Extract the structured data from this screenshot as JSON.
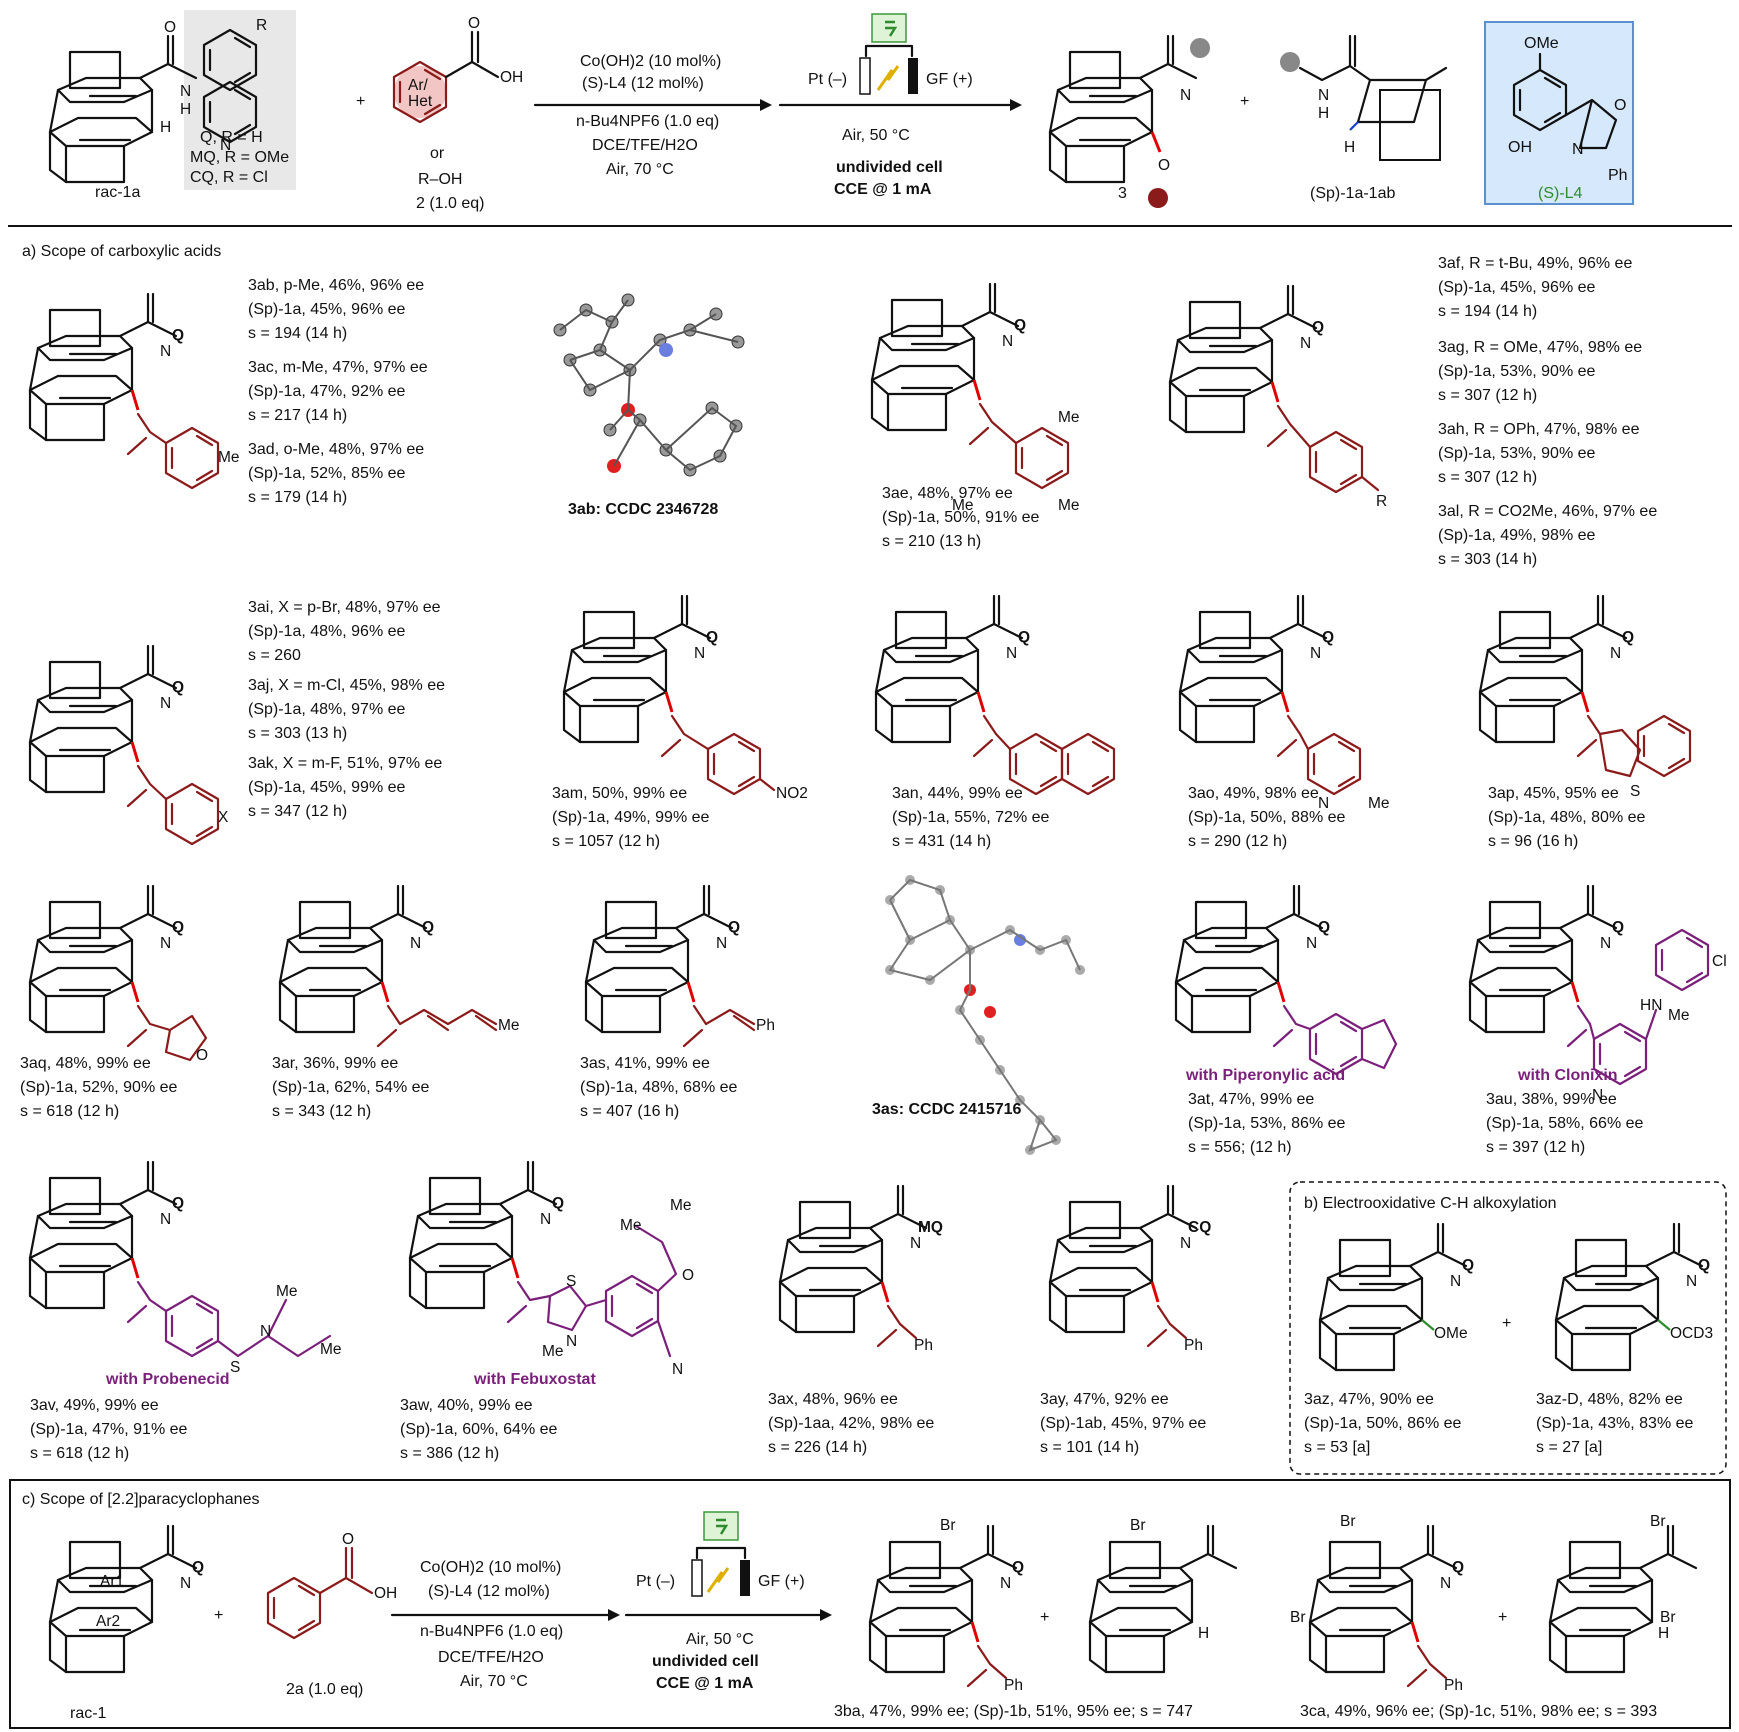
{
  "header": {
    "reactant1": "rac-1a",
    "aux": [
      "Q, R = H",
      "MQ, R = OMe",
      "CQ, R = Cl"
    ],
    "aux_R": "R",
    "plus": "+",
    "reactant2": "2 (1.0 eq)",
    "or": "or",
    "roh": "R–OH",
    "arhet": [
      "Ar/",
      "Het"
    ],
    "conditions1": [
      "Co(OH)2 (10 mol%)",
      "(S)-L4 (12 mol%)",
      "n-Bu4NPF6 (1.0 eq)",
      "DCE/TFE/H2O",
      "Air, 70 °C"
    ],
    "cell": [
      "Pt (–)",
      "GF (+)",
      "Air, 50 °C",
      "undivided cell",
      "CCE @ 1 mA"
    ],
    "product": "3",
    "recovered": "(Sp)-1a-1ab",
    "ligand": "(S)-L4",
    "ligand_atoms": [
      "OMe",
      "OH",
      "N",
      "O",
      "Ph"
    ]
  },
  "section_a": {
    "title": "a) Scope of carboxylic acids",
    "xray1": "3ab: CCDC 2346728",
    "xray2": "3as: CCDC 2415716",
    "atoms": {
      "NQ": "N",
      "HQ": "H",
      "Q": "Q",
      "O": "O",
      "Me": "Me",
      "R": "R",
      "X": "X",
      "NO2": "NO2",
      "N": "N",
      "S": "S",
      "Ph": "Ph",
      "HN": "HN",
      "Cl": "Cl",
      "MQ": "MQ",
      "CQ": "CQ",
      "CN": "N"
    },
    "entries": [
      {
        "id": "g1",
        "lines": [
          "3ab, p-Me, 46%, 96% ee",
          "(Sp)-1a, 45%, 96% ee",
          "s = 194 (14 h)",
          "3ac, m-Me,  47%, 97% ee",
          "(Sp)-1a, 47%, 92% ee",
          "s = 217 (14 h)",
          "3ad, o-Me, 48%, 97% ee",
          "(Sp)-1a, 52%, 85% ee",
          "s = 179 (14 h)"
        ]
      },
      {
        "id": "3ae",
        "lines": [
          "3ae, 48%, 97% ee",
          "(Sp)-1a, 50%, 91% ee",
          "s = 210 (13 h)"
        ]
      },
      {
        "id": "g2",
        "lines": [
          "3af, R = t-Bu, 49%, 96% ee",
          "(Sp)-1a, 45%, 96% ee",
          "s = 194 (14 h)",
          "3ag, R = OMe, 47%, 98% ee",
          "(Sp)-1a, 53%, 90% ee",
          "s = 307 (12 h)",
          "3ah, R = OPh, 47%, 98% ee",
          "(Sp)-1a, 53%, 90% ee",
          "s = 307 (12 h)",
          "3al, R = CO2Me, 46%, 97% ee",
          "(Sp)-1a, 49%, 98% ee",
          "s = 303 (14 h)"
        ]
      },
      {
        "id": "g3",
        "lines": [
          "3ai, X = p-Br, 48%, 97% ee",
          "(Sp)-1a, 48%, 96% ee",
          "s = 260",
          "3aj, X = m-Cl,  45%, 98% ee",
          "(Sp)-1a, 48%, 97% ee",
          "s = 303 (13 h)",
          "3ak, X = m-F, 51%, 97% ee",
          "(Sp)-1a, 45%, 99% ee",
          "s = 347 (12 h)"
        ]
      },
      {
        "id": "3am",
        "lines": [
          "3am, 50%, 99% ee",
          "(Sp)-1a, 49%, 99% ee",
          "s = 1057 (12 h)"
        ]
      },
      {
        "id": "3an",
        "lines": [
          "3an, 44%, 99% ee",
          "(Sp)-1a, 55%, 72% ee",
          "s = 431 (14 h)"
        ]
      },
      {
        "id": "3ao",
        "lines": [
          "3ao, 49%, 98% ee",
          "(Sp)-1a, 50%, 88% ee",
          "s = 290 (12 h)"
        ]
      },
      {
        "id": "3ap",
        "lines": [
          "3ap, 45%, 95% ee",
          "(Sp)-1a, 48%, 80% ee",
          "s = 96 (16 h)"
        ]
      },
      {
        "id": "3aq",
        "lines": [
          "3aq, 48%, 99% ee",
          "(Sp)-1a, 52%, 90% ee",
          "s = 618 (12 h)"
        ]
      },
      {
        "id": "3ar",
        "lines": [
          "3ar, 36%, 99% ee",
          "(Sp)-1a, 62%, 54% ee",
          "s = 343 (12 h)"
        ]
      },
      {
        "id": "3as",
        "lines": [
          "3as, 41%, 99% ee",
          "(Sp)-1a, 48%, 68% ee",
          "s = 407 (16 h)"
        ]
      },
      {
        "id": "3at",
        "drug": "with Piperonylic acid",
        "lines": [
          "3at, 47%, 99% ee",
          "(Sp)-1a, 53%, 86% ee",
          "s = 556; (12 h)"
        ]
      },
      {
        "id": "3au",
        "drug": "with Clonixin",
        "lines": [
          "3au, 38%, 99% ee",
          "(Sp)-1a, 58%, 66% ee",
          "s = 397 (12 h)"
        ]
      },
      {
        "id": "3av",
        "drug": "with Probenecid",
        "lines": [
          "3av, 49%, 99% ee",
          "(Sp)-1a, 47%, 91% ee",
          "s = 618 (12 h)"
        ]
      },
      {
        "id": "3aw",
        "drug": "with Febuxostat",
        "lines": [
          "3aw, 40%, 99% ee",
          "(Sp)-1a, 60%, 64% ee",
          "s = 386 (12 h)"
        ]
      },
      {
        "id": "3ax",
        "lines": [
          "3ax, 48%, 96% ee",
          "(Sp)-1aa, 42%, 98% ee",
          "s = 226 (14 h)"
        ]
      },
      {
        "id": "3ay",
        "lines": [
          "3ay, 47%, 92% ee",
          "(Sp)-1ab, 45%, 97% ee",
          "s = 101 (14 h)"
        ]
      }
    ]
  },
  "section_b": {
    "title": "b) Electrooxidative C-H alkoxylation",
    "ome": "OMe",
    "ocd3": "OCD3",
    "plus": "+",
    "entries": [
      {
        "id": "3az",
        "lines": [
          "3az, 47%, 90% ee",
          "(Sp)-1a, 50%, 86% ee",
          "s = 53 [a]"
        ]
      },
      {
        "id": "3az-D",
        "lines": [
          "3az-D, 48%, 82% ee",
          "(Sp)-1a, 43%, 83% ee",
          "s = 27 [a]"
        ]
      }
    ]
  },
  "section_c": {
    "title": "c) Scope of [2.2]paracyclophanes",
    "reactant1": "rac-1",
    "ar1": "Ar1",
    "ar2": "Ar2",
    "reactant2": "2a (1.0 eq)",
    "conditions": [
      "Co(OH)2 (10 mol%)",
      "(S)-L4 (12 mol%)",
      "n-Bu4NPF6 (1.0 eq)",
      "DCE/TFE/H2O",
      "Air, 70 °C"
    ],
    "cell": [
      "Pt (–)",
      "GF (+)",
      "Air, 50 °C",
      "undivided cell",
      "CCE @ 1 mA"
    ],
    "br": "Br",
    "plus": "+",
    "results": [
      "3ba, 47%, 99% ee; (Sp)-1b, 51%, 95% ee; s = 747",
      "3ca, 49%, 96% ee; (Sp)-1c, 51%, 98% ee; s = 393"
    ]
  },
  "colors": {
    "acyl": "#8b1a1a",
    "drug": "#7a1f7a",
    "highlight": "#1a3fd0",
    "alkoxy": "#2e8b2e",
    "bromo": "#c0209a",
    "ligand_box": "#d6e8fb",
    "aux_box": "#e8e8e8"
  }
}
